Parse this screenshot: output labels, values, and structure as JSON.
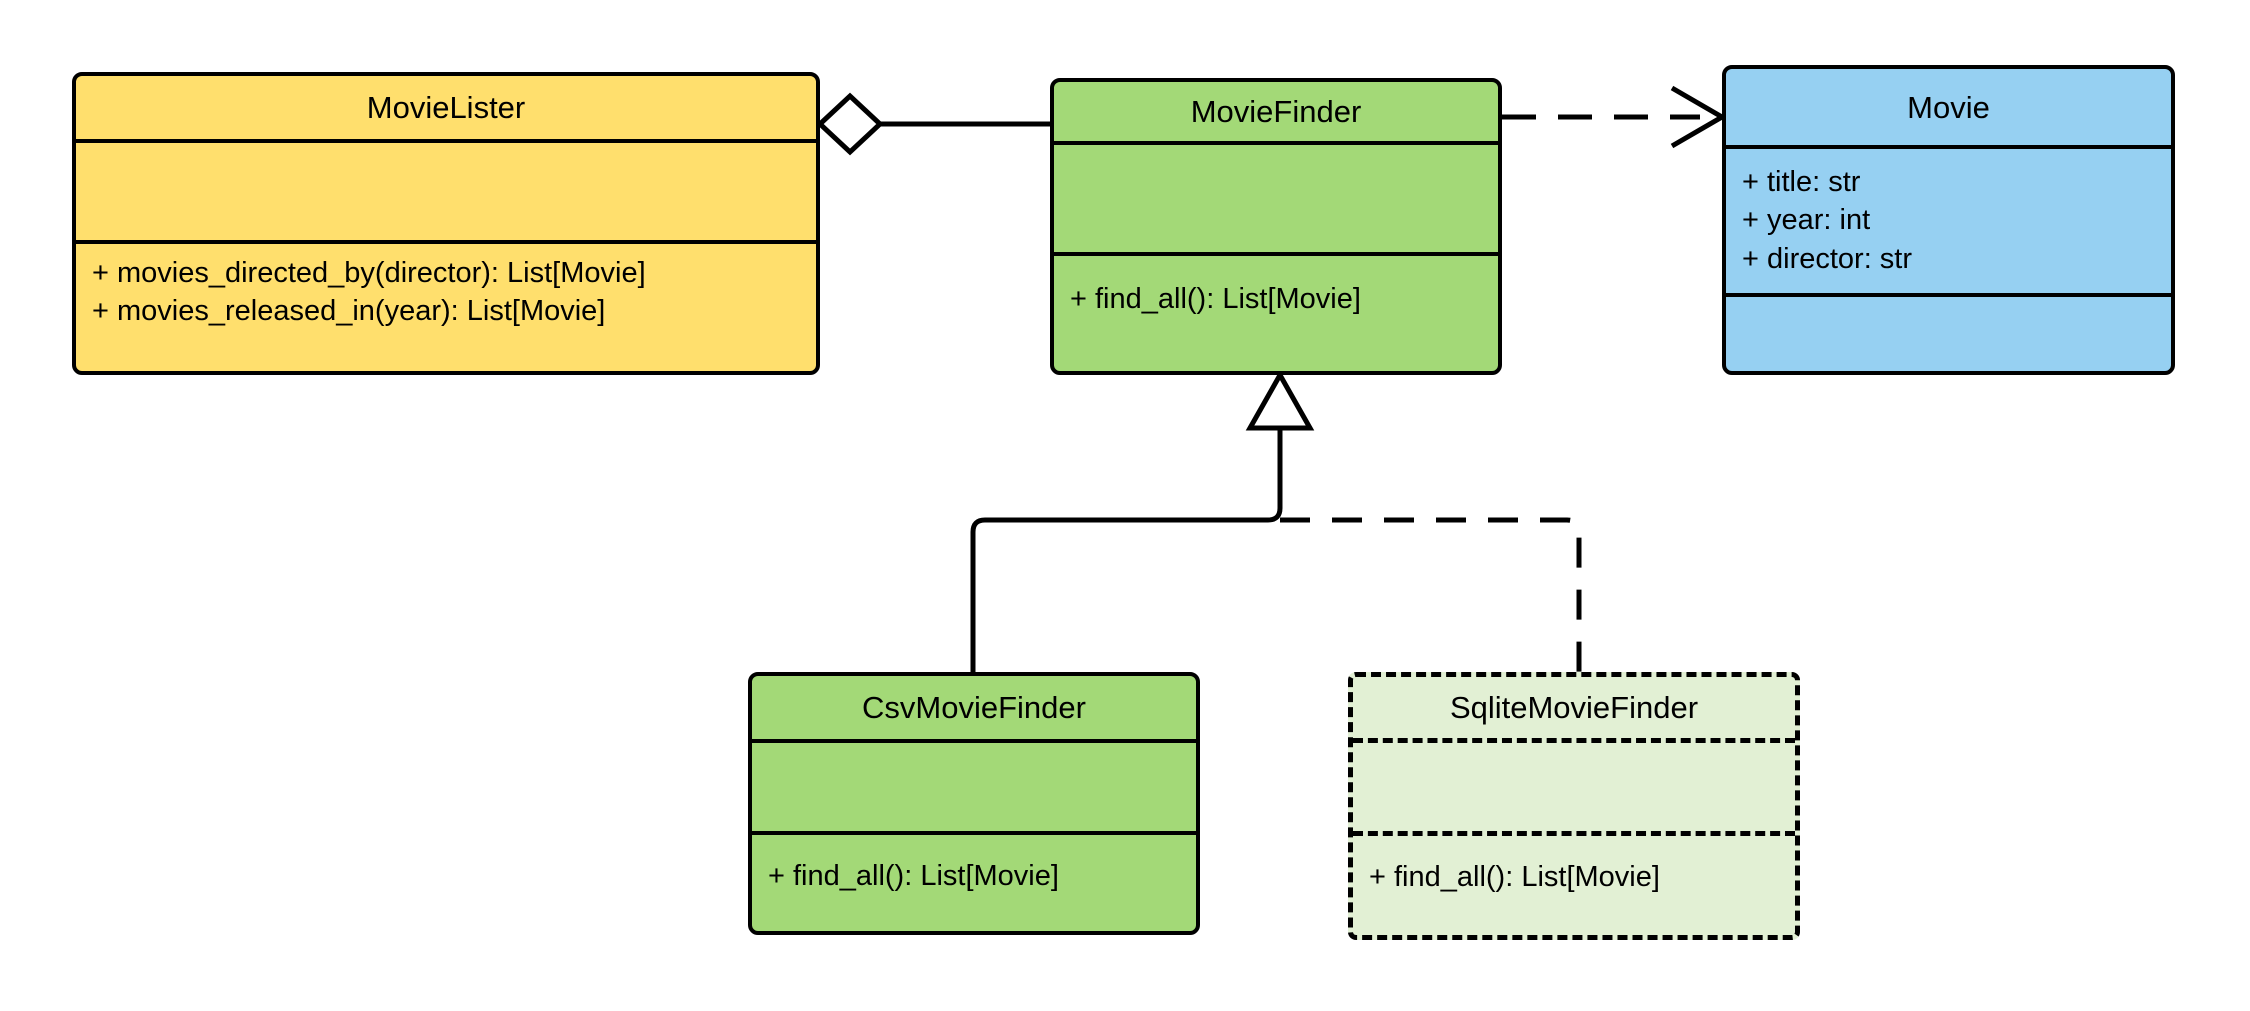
{
  "diagram": {
    "type": "uml-class-diagram",
    "background_color": "#ffffff",
    "line_color": "#000000"
  },
  "colors": {
    "lister_fill": "#ffdf6d",
    "finder_fill": "#a3d977",
    "movie_fill": "#96d0f2",
    "sqlite_fill": "#e2f0d4",
    "stroke": "#000000"
  },
  "classes": {
    "movie_lister": {
      "name": "MovieLister",
      "attributes": [],
      "methods": [
        "+ movies_directed_by(director): List[Movie]",
        "+ movies_released_in(year): List[Movie]"
      ]
    },
    "movie_finder": {
      "name": "MovieFinder",
      "attributes": [],
      "methods": [
        "+ find_all(): List[Movie]"
      ]
    },
    "movie": {
      "name": "Movie",
      "attributes": [
        "+ title: str",
        "+ year: int",
        "+ director: str"
      ],
      "methods": []
    },
    "csv_movie_finder": {
      "name": "CsvMovieFinder",
      "attributes": [],
      "methods": [
        "+ find_all(): List[Movie]"
      ]
    },
    "sqlite_movie_finder": {
      "name": "SqliteMovieFinder",
      "attributes": [],
      "methods": [
        "+ find_all(): List[Movie]"
      ]
    }
  },
  "relationships": [
    {
      "id": "aggregation",
      "kind": "aggregation",
      "from": "MovieLister",
      "to": "MovieFinder",
      "line_style": "solid",
      "source_marker": "hollow-diamond",
      "target_marker": "none"
    },
    {
      "id": "dependency",
      "kind": "dependency",
      "from": "MovieFinder",
      "to": "Movie",
      "line_style": "dashed",
      "source_marker": "none",
      "target_marker": "open-arrow"
    },
    {
      "id": "csv-inheritance",
      "kind": "generalization",
      "from": "CsvMovieFinder",
      "to": "MovieFinder",
      "line_style": "solid",
      "source_marker": "none",
      "target_marker": "hollow-triangle"
    },
    {
      "id": "sqlite-inheritance",
      "kind": "generalization",
      "from": "SqliteMovieFinder",
      "to": "MovieFinder",
      "line_style": "dashed",
      "source_marker": "none",
      "target_marker": "hollow-triangle"
    }
  ]
}
